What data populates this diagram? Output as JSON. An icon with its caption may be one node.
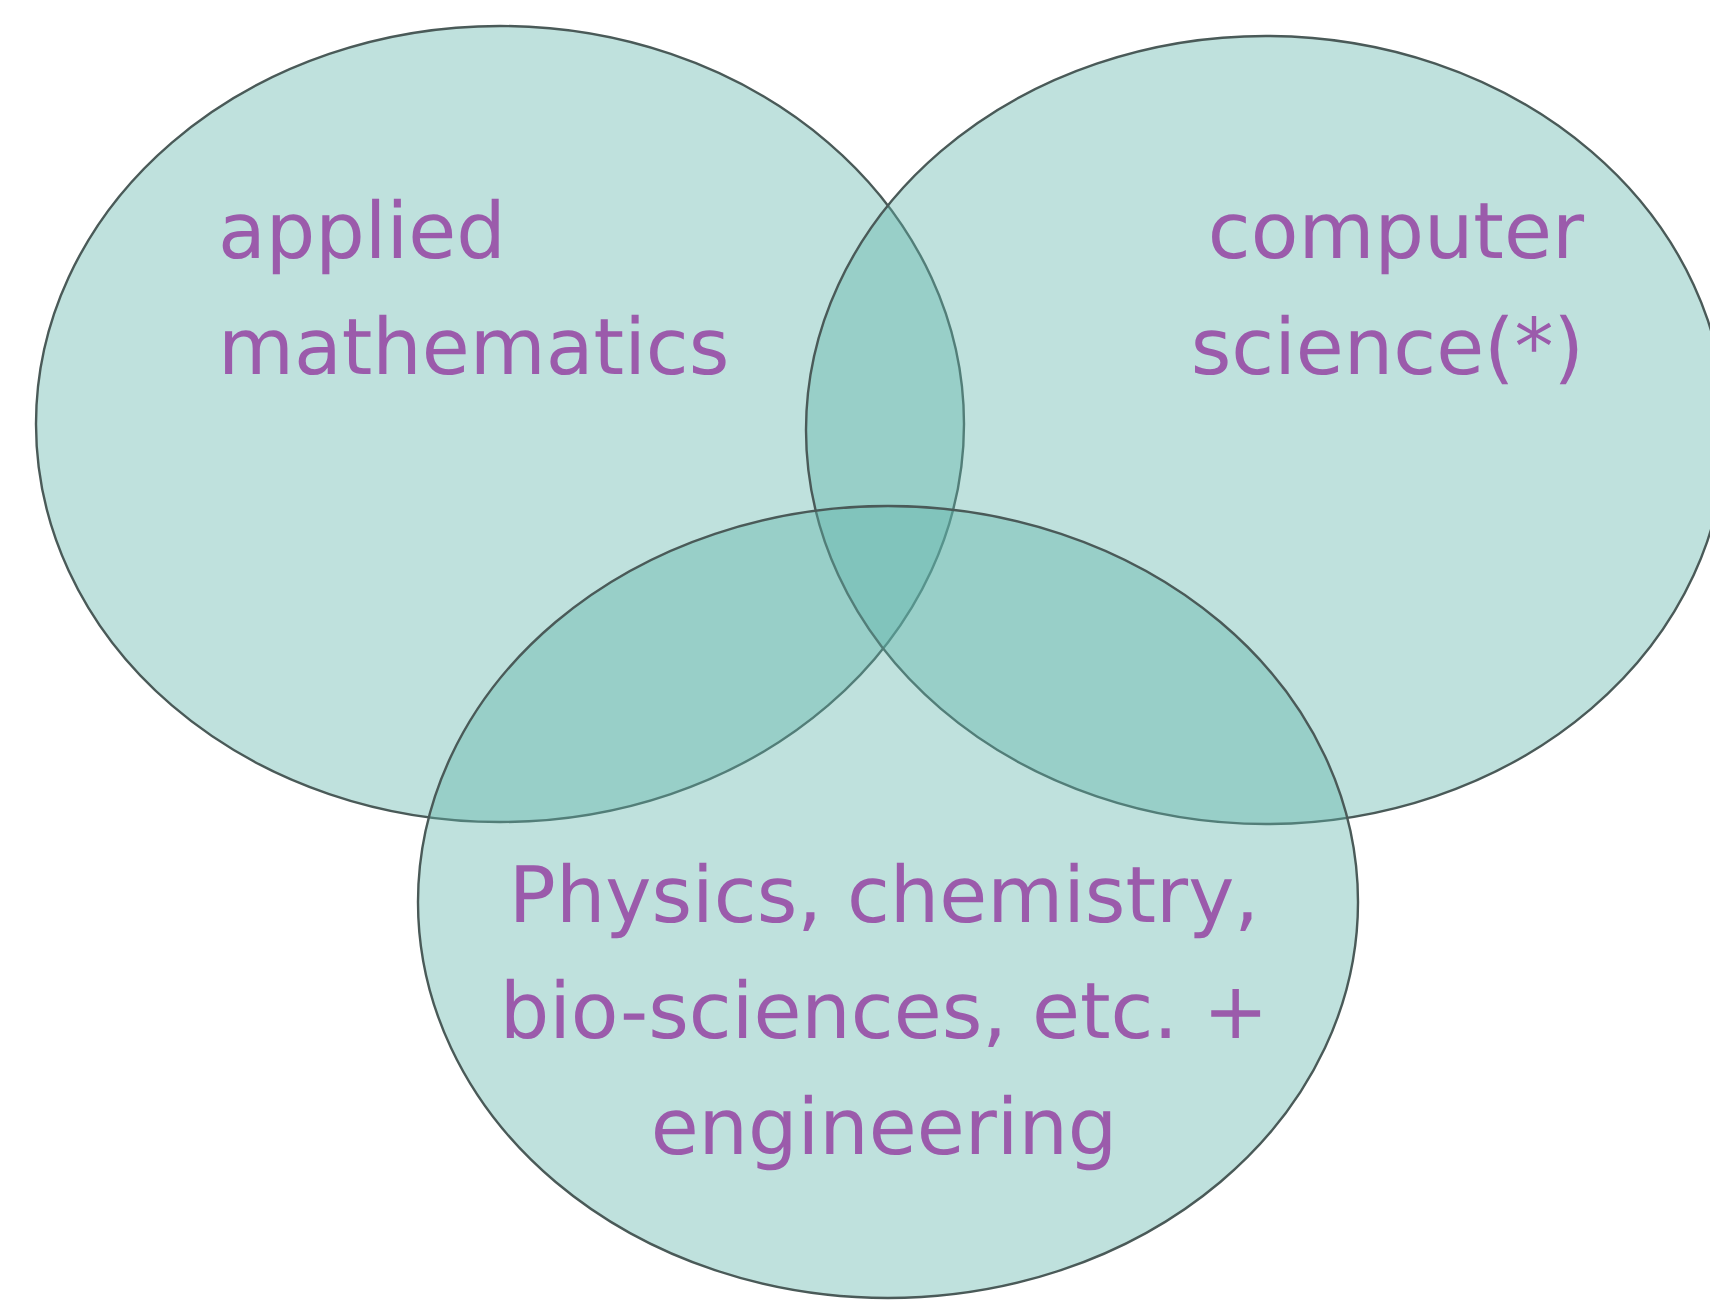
{
  "diagram": {
    "nodes": [
      {
        "text": [
          "applied mathematics"
        ]
      },
      {
        "text": [
          "computer science(*)"
        ]
      },
      {
        "text": [
          "Physics, chemistry, bio-sciences, etc. + engineering"
        ]
      }
    ]
  }
}
